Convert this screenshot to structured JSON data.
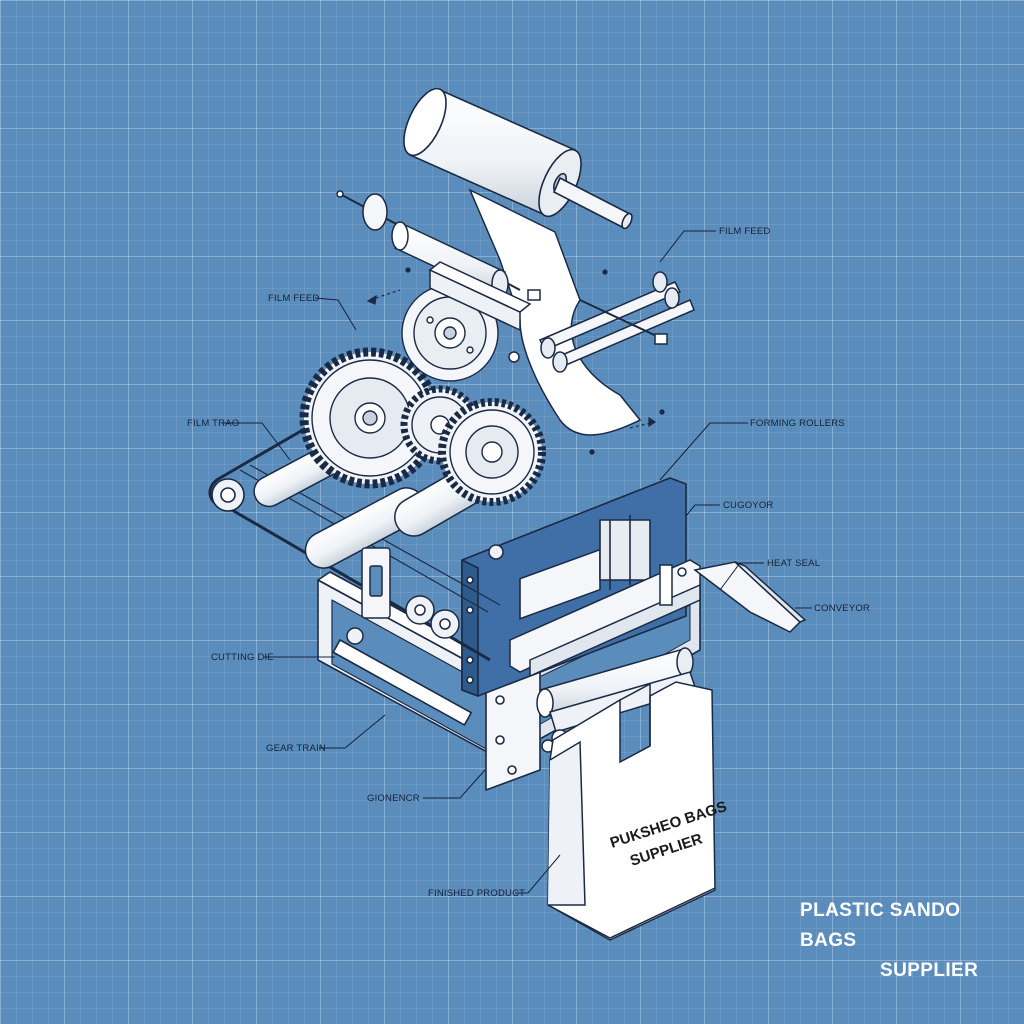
{
  "title": {
    "line1": "PLASTIC SANDO BAGS",
    "line2": "SUPPLIER"
  },
  "bag_print": {
    "line1": "PUKSHEO BAGS",
    "line2": "SUPPLIER"
  },
  "labels": {
    "film_feed_right": "FILM FEED",
    "film_feed_left": "FILM FEED",
    "film_trao": "FILM TRAO",
    "forming_rollers": "FORMING ROLLERS",
    "cugoyor": "CUGOYOR",
    "heat_seal": "HEAT SEAL",
    "conveyor": "CONVEYOR",
    "cutting_die": "CUTTING DIE",
    "gear_train": "GEAR TRAIN",
    "gionencr": "GIONENCR",
    "finished_product": "FINISHED PRODUCT"
  },
  "colors": {
    "background": "#5b8dbc",
    "grid": "#ffffff",
    "line": "#1b2a44",
    "fill": "#f4f6f9",
    "steel_blue": "#3f6fa6",
    "title": "#ffffff"
  }
}
